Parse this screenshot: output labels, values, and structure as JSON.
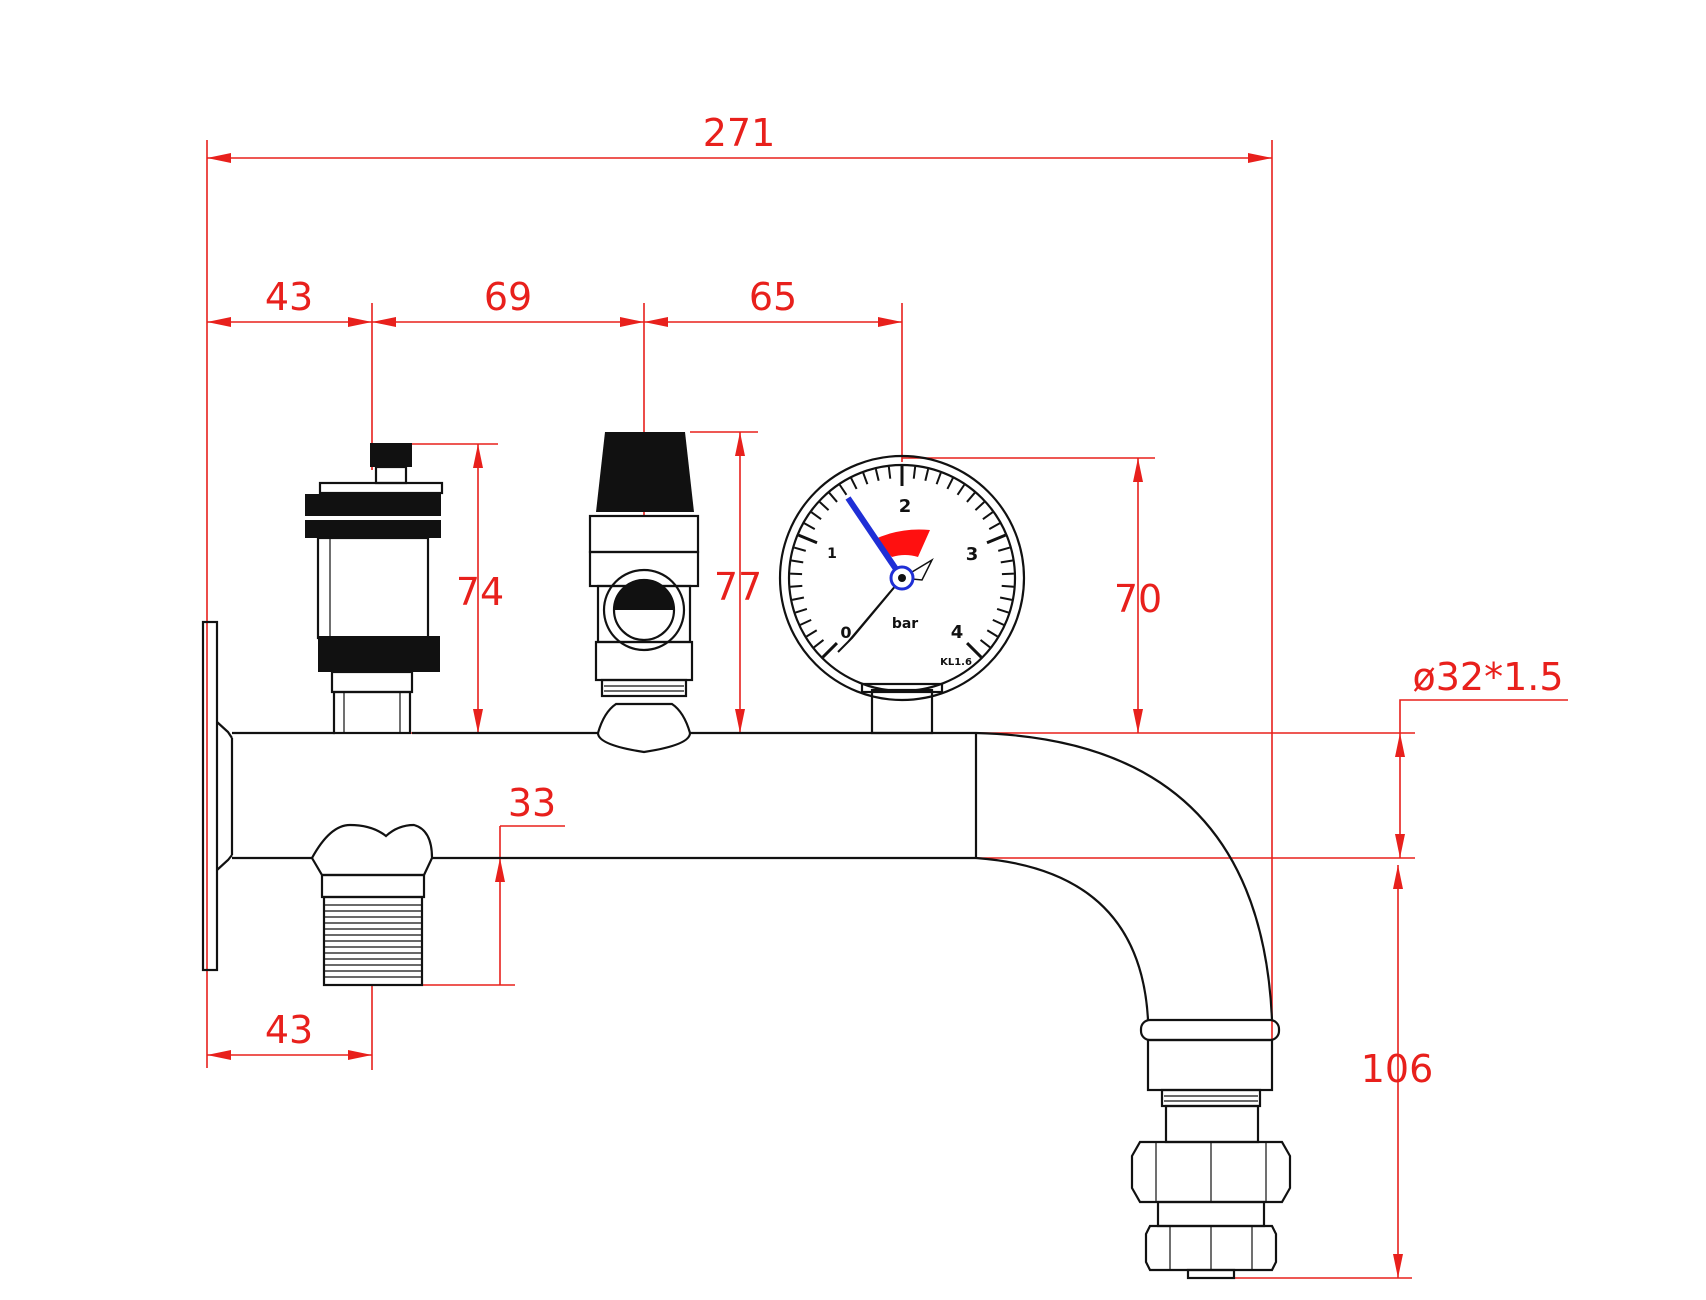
{
  "dimensions": {
    "overall_length": "271",
    "vent_offset": "43",
    "valve_spacing": "69",
    "gauge_spacing": "65",
    "vent_height": "74",
    "valve_height": "77",
    "gauge_height": "70",
    "outlet_drop": "33",
    "bottom_offset": "43",
    "outlet_height": "106",
    "pipe_spec": "ø32*1.5"
  },
  "gauge": {
    "labels": [
      "0",
      "1",
      "2",
      "3",
      "4"
    ],
    "unit": "bar",
    "class": "KL1.6"
  },
  "colors": {
    "dimension": "#e8201c",
    "drawing": "#111111",
    "needle_blue": "#1f2fd6",
    "red_zone": "#ff1010"
  }
}
